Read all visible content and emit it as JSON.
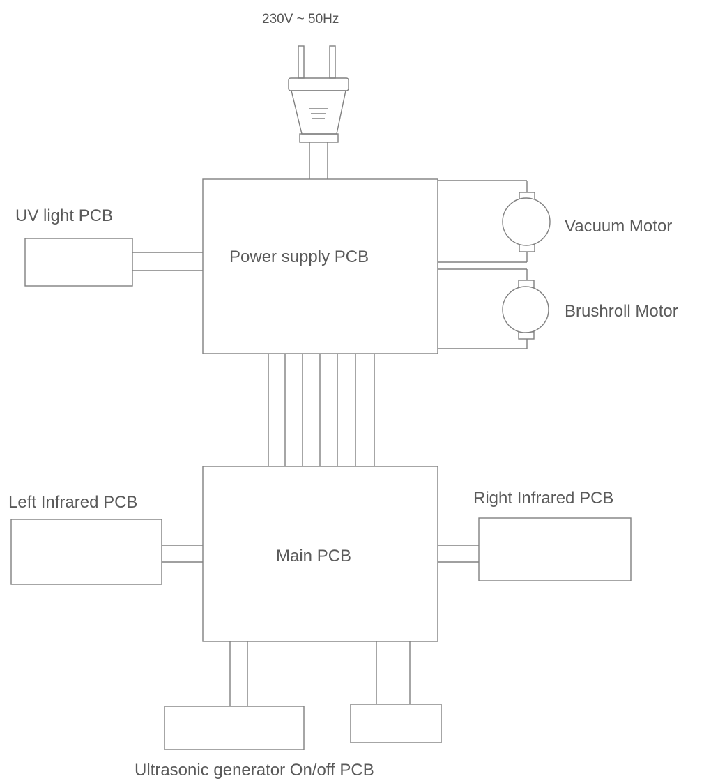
{
  "diagram": {
    "supply_label": "230V ~ 50Hz",
    "blocks": {
      "power_supply": "Power supply PCB",
      "uv_light": "UV light PCB",
      "vacuum_motor": "Vacuum Motor",
      "brushroll_motor": "Brushroll Motor",
      "main": "Main PCB",
      "left_infrared": "Left Infrared PCB",
      "right_infrared": "Right Infrared  PCB",
      "bottom_caption": "Ultrasonic generator On/off PCB"
    }
  }
}
